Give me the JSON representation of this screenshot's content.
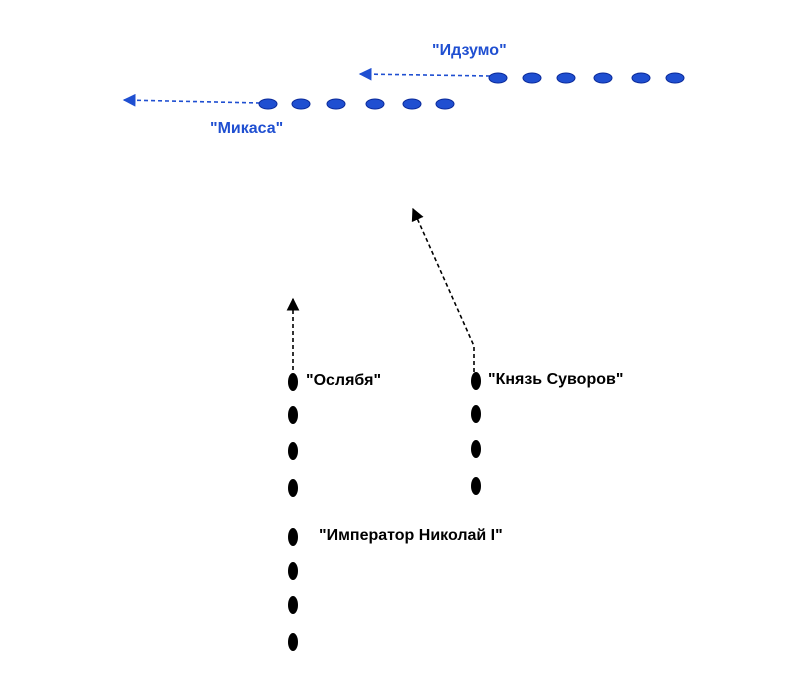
{
  "colors": {
    "japanese_fleet": "#1f4fd1",
    "russian_fleet": "#000000",
    "background": "#ffffff"
  },
  "icons": {
    "ship": "ship-icon",
    "course_arrow": "course-arrow-icon"
  },
  "japanese": {
    "mikasa_label": "\"Микаса\"",
    "izumo_label": "\"Идзумо\""
  },
  "russian": {
    "oslyabya_label": "\"Ослябя\"",
    "suvorov_label": "\"Князь Суворов\"",
    "nikolai_label": "\"Император Николай I\""
  }
}
